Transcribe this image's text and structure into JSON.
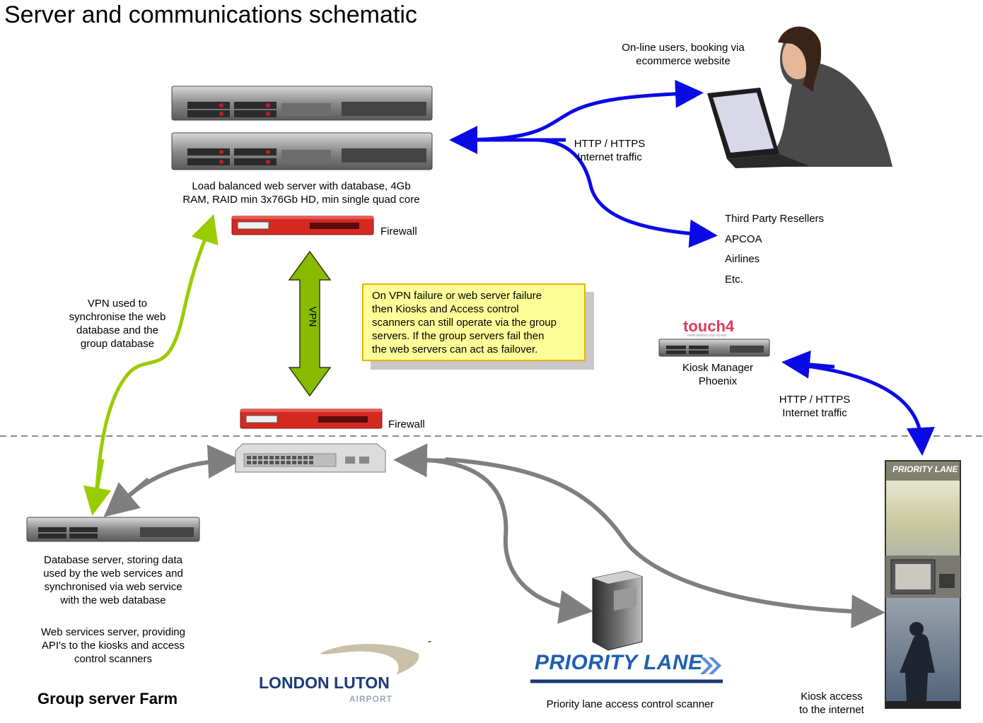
{
  "title": "Server and communications schematic",
  "online_users": [
    "On-line users, booking via",
    "ecommerce website"
  ],
  "http_top": [
    "HTTP / HTTPS",
    "Internet  traffic"
  ],
  "resellers": [
    "Third Party Resellers",
    "APCOA",
    "Airlines",
    "Etc."
  ],
  "web_server": [
    "Load balanced web server  with database, 4Gb",
    "RAM, RAID min 3x76Gb HD, min single quad core"
  ],
  "firewall_top": "Firewall",
  "firewall_bottom": "Firewall",
  "vpn_arrow_label": "VPN",
  "vpn_sync": [
    "VPN used to",
    "synchronise  the web",
    "database and the",
    "group database"
  ],
  "failover_note": [
    "On VPN failure or web server failure",
    "then Kiosks and Access control",
    "scanners can still operate via the group",
    "servers.  If the group servers fail then",
    "the web servers can act as failover."
  ],
  "kiosk_manager_logo": "touch4",
  "kiosk_manager_logo_tagline": "more behind your screen",
  "kiosk_manager": [
    "Kiosk Manager",
    "Phoenix"
  ],
  "http_right": [
    "HTTP / HTTPS",
    "Internet  traffic"
  ],
  "db_server": [
    "Database server, storing data",
    "used by the web services and",
    "synchronised  via web service",
    "with the web database"
  ],
  "web_services": [
    "Web services server, providing",
    "API's to the kiosks and access",
    "control scanners"
  ],
  "group_farm": "Group server Farm",
  "luton_logo": "LONDON LUTON",
  "luton_logo_sub": "AIRPORT",
  "priority_logo": "PRIORITY LANE",
  "priority_scanner": "Priority lane access control scanner",
  "kiosk_brand": "PRIORITY LANE",
  "kiosk_access": [
    "Kiosk access",
    "to the internet"
  ],
  "stray_mark": "-",
  "colors": {
    "blue_arrow": "#0a0ae6",
    "green_arrow": "#99cc00",
    "gray_arrow": "#7f7f7f",
    "firewall_red": "#d42a22",
    "note_fill": "#ffff99",
    "note_border": "#e8b500",
    "dashed_line": "#8c8c8c",
    "luton_blue": "#1b3a7a",
    "priority_blue": "#1f5fb0"
  },
  "icons": [
    "rack-server-icon",
    "firewall-icon",
    "network-switch-icon",
    "tower-server-icon",
    "laptop-user-icon",
    "kiosk-icon"
  ]
}
